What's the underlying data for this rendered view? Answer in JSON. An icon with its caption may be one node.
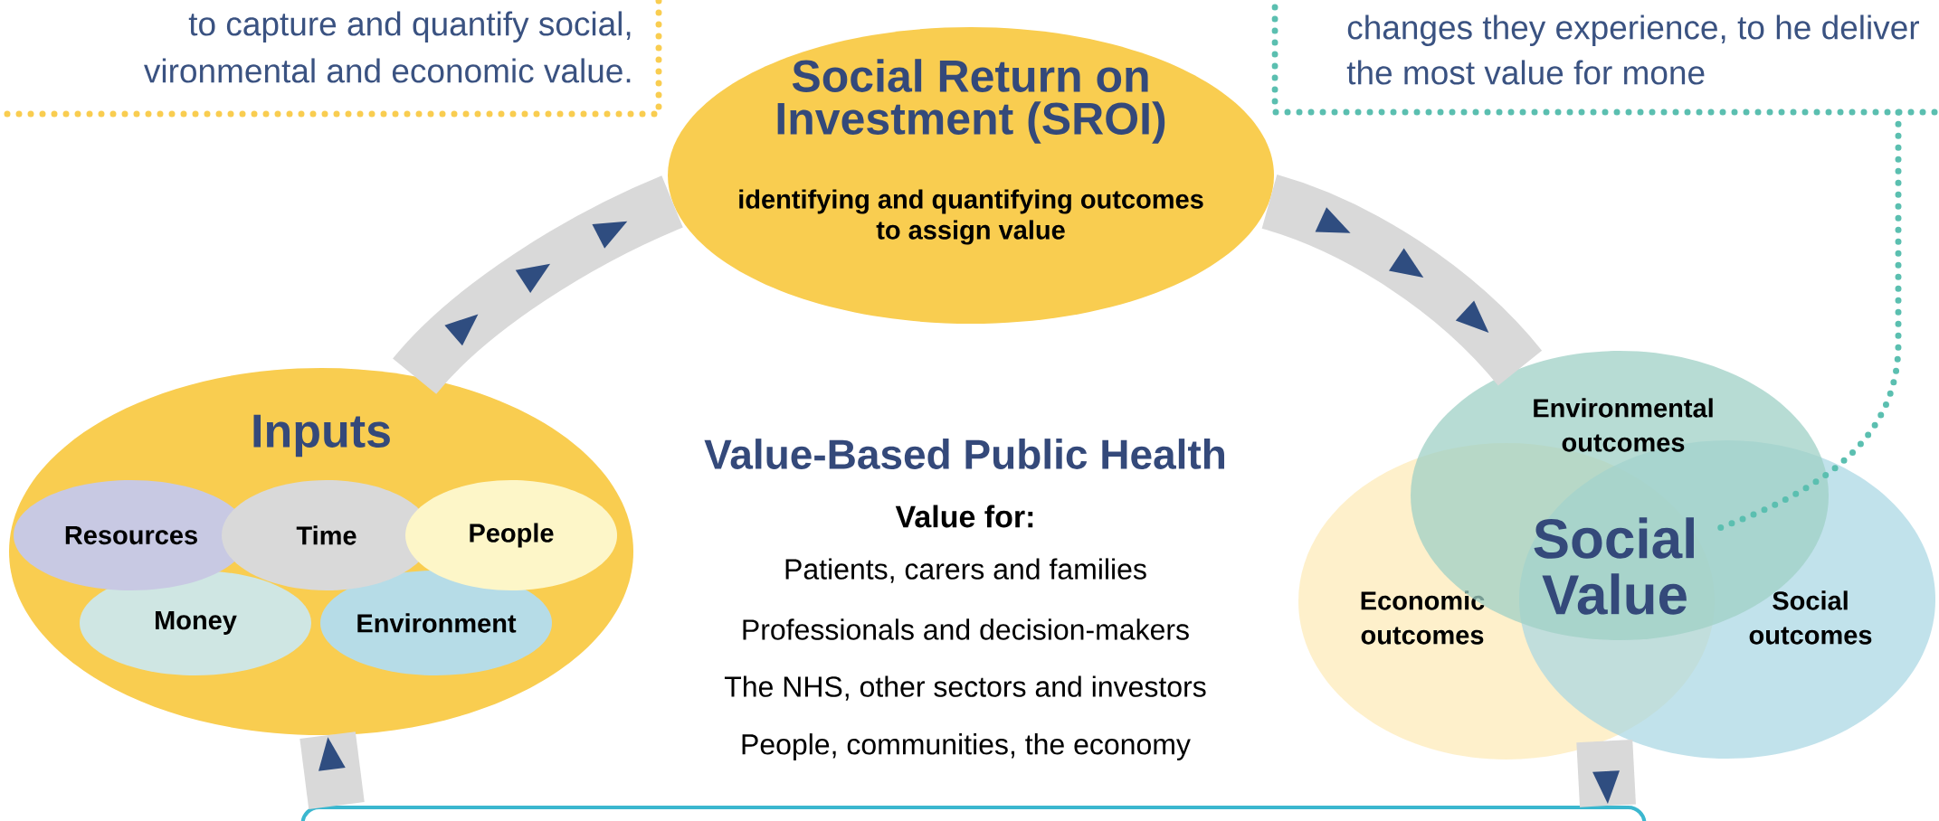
{
  "diagram": {
    "nodes": [
      {
        "text": [
          "to capture and quantify social, vironmental and economic value."
        ]
      },
      {
        "text": [
          "changes they experience, to he deliver the most value for mone"
        ]
      },
      {
        "text": [
          "Social Return on Investment (SROI)",
          "identifying and quantifying outcomes to assign value"
        ]
      },
      {
        "text": [
          "Inputs"
        ]
      },
      {
        "text": [
          "Resources"
        ],
        "in": 3
      },
      {
        "text": [
          "Time"
        ],
        "in": 3
      },
      {
        "text": [
          "People"
        ],
        "in": 3
      },
      {
        "text": [
          "Money"
        ],
        "in": 3
      },
      {
        "text": [
          "Environment"
        ],
        "in": 3
      },
      {
        "text": [
          "Environmental outcomes"
        ]
      },
      {
        "text": [
          "Economic outcomes"
        ]
      },
      {
        "text": [
          "Social outcomes"
        ]
      },
      {
        "text": [
          "Social Value"
        ]
      },
      {
        "text": [],
        "shape": "box"
      }
    ],
    "edges": [
      {
        "from": 3,
        "to": 2,
        "arrow": "to"
      },
      {
        "from": 2,
        "to": 9,
        "arrow": "to"
      },
      {
        "from": 10,
        "to": 13,
        "arrow": "to"
      },
      {
        "from": 13,
        "to": 3,
        "arrow": "to"
      },
      {
        "from": 1,
        "to": 12,
        "arrow": "none",
        "style": "dashed",
        "color": "#5bbfb0"
      }
    ],
    "labels": [
      "Value-Based Public Health",
      "Value for:",
      "Patients, carers and families",
      "Professionals and decision-makers",
      "The NHS, other sectors and investors",
      "People, communities, the economy"
    ]
  }
}
